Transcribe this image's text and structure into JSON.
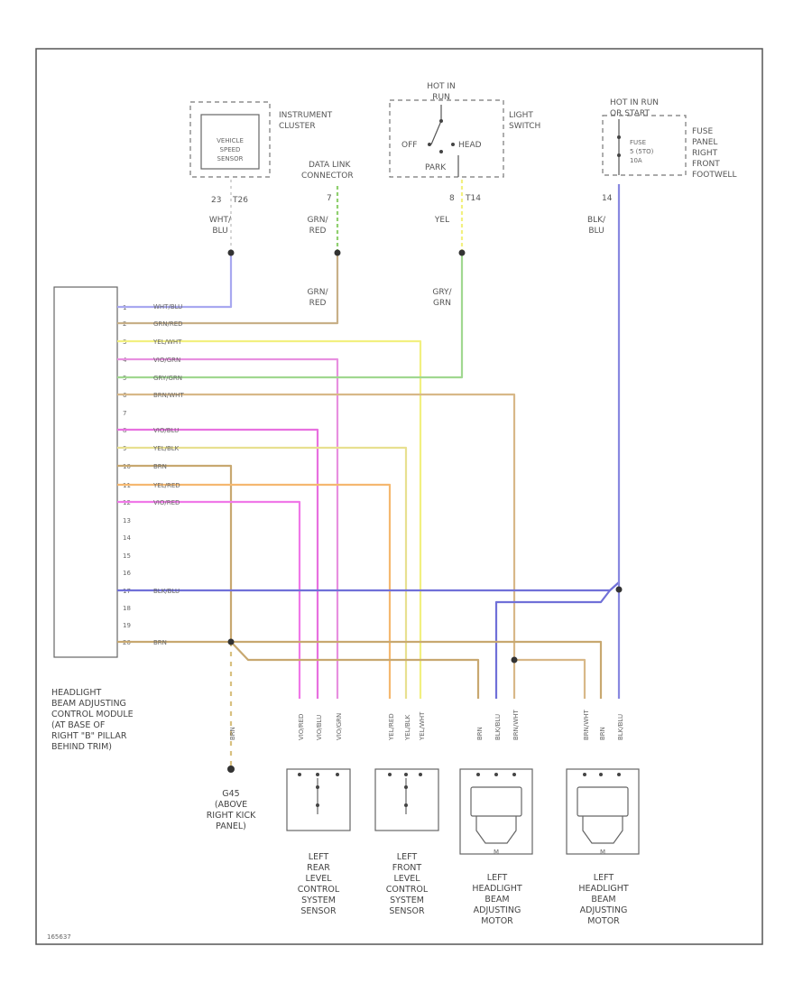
{
  "components": {
    "instrument_cluster": {
      "title": [
        "INSTRUMENT",
        "CLUSTER"
      ],
      "inner": [
        "VEHICLE",
        "SPEED",
        "SENSOR"
      ],
      "pin": "23",
      "connector": "T26",
      "wire": [
        "WHT/",
        "BLU"
      ]
    },
    "data_link_connector": {
      "title": [
        "DATA LINK",
        "CONNECTOR"
      ],
      "pin": "7",
      "wire_top": [
        "GRN/",
        "RED"
      ],
      "wire_bottom": [
        "GRN/",
        "RED"
      ]
    },
    "light_switch": {
      "hot": [
        "HOT IN",
        "RUN"
      ],
      "title": [
        "LIGHT",
        "SWITCH"
      ],
      "off": "OFF",
      "head": "HEAD",
      "park": "PARK",
      "pin": "8",
      "connector": "T14",
      "wire_top": "YEL",
      "wire_bottom": [
        "GRY/",
        "GRN"
      ]
    },
    "fuse_panel": {
      "hot": [
        "HOT IN RUN",
        "OR START"
      ],
      "fuse": [
        "FUSE",
        "5 (5TO)",
        "10A"
      ],
      "title": [
        "FUSE",
        "PANEL",
        "RIGHT",
        "FRONT",
        "FOOTWELL"
      ],
      "pin": "14",
      "wire": [
        "BLK/",
        "BLU"
      ]
    }
  },
  "module": {
    "label": [
      "HEADLIGHT",
      "BEAM ADJUSTING",
      "CONTROL MODULE",
      "(AT BASE OF",
      "RIGHT \"B\" PILLAR",
      "BEHIND TRIM)"
    ],
    "pins": [
      {
        "num": "1",
        "wire": "WHT/BLU"
      },
      {
        "num": "2",
        "wire": "GRN/RED"
      },
      {
        "num": "3",
        "wire": "YEL/WHT"
      },
      {
        "num": "4",
        "wire": "VIO/GRN"
      },
      {
        "num": "5",
        "wire": "GRY/GRN"
      },
      {
        "num": "6",
        "wire": "BRN/WHT"
      },
      {
        "num": "7",
        "wire": ""
      },
      {
        "num": "8",
        "wire": "VIO/BLU"
      },
      {
        "num": "9",
        "wire": "YEL/BLK"
      },
      {
        "num": "10",
        "wire": "BRN"
      },
      {
        "num": "11",
        "wire": "YEL/RED"
      },
      {
        "num": "12",
        "wire": "VIO/RED"
      },
      {
        "num": "13",
        "wire": ""
      },
      {
        "num": "14",
        "wire": ""
      },
      {
        "num": "15",
        "wire": ""
      },
      {
        "num": "16",
        "wire": ""
      },
      {
        "num": "17",
        "wire": "BLK/BLU"
      },
      {
        "num": "18",
        "wire": ""
      },
      {
        "num": "19",
        "wire": ""
      },
      {
        "num": "20",
        "wire": "BRN"
      }
    ]
  },
  "ground": {
    "wire": "BRN",
    "label": [
      "G45",
      "(ABOVE",
      "RIGHT KICK",
      "PANEL)"
    ]
  },
  "bottom_components": [
    {
      "label": [
        "LEFT",
        "REAR",
        "LEVEL",
        "CONTROL",
        "SYSTEM",
        "SENSOR"
      ],
      "wires": [
        "VIO/RED",
        "VIO/BLU",
        "VIO/GRN"
      ]
    },
    {
      "label": [
        "LEFT",
        "FRONT",
        "LEVEL",
        "CONTROL",
        "SYSTEM",
        "SENSOR"
      ],
      "wires": [
        "YEL/RED",
        "YEL/BLK",
        "YEL/WHT"
      ]
    },
    {
      "label": [
        "LEFT",
        "HEADLIGHT",
        "BEAM",
        "ADJUSTING",
        "MOTOR"
      ],
      "wires": [
        "BRN",
        "BLK/BLU",
        "BRN/WHT"
      ]
    },
    {
      "label": [
        "LEFT",
        "HEADLIGHT",
        "BEAM",
        "ADJUSTING",
        "MOTOR"
      ],
      "wires": [
        "BRN/WHT",
        "BRN",
        "BLK/BLU"
      ]
    }
  ],
  "footer_code": "165637",
  "colors": {
    "blu": "#9a9af0",
    "grn": "#90d070",
    "brn": "#c8a870",
    "yel": "#f2f080",
    "vio": "#e870e0",
    "ora": "#f5b870",
    "blk_blu": "#6868d8",
    "border": "#555555"
  }
}
